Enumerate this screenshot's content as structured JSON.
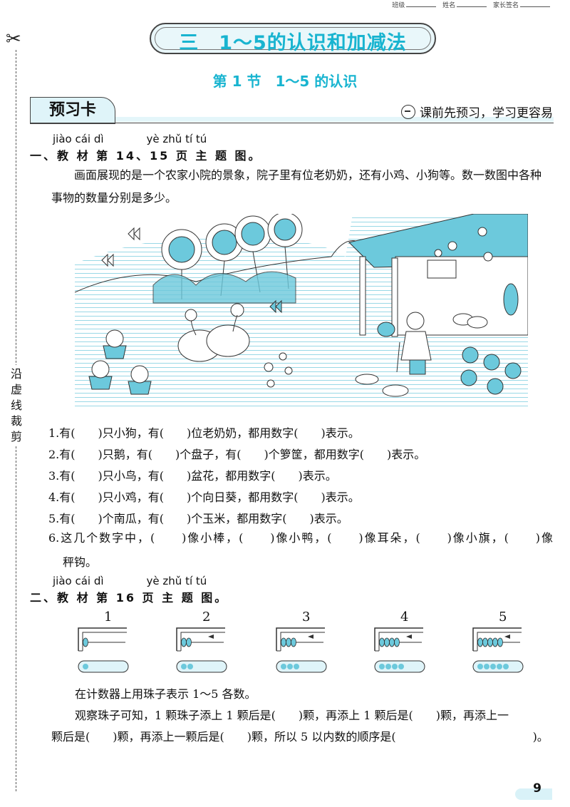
{
  "header": {
    "class_label": "班级",
    "name_label": "姓名",
    "parent_label": "家长签名"
  },
  "cut_text": "沿虚线裁剪",
  "chapter_title": "三　1～5的认识和加减法",
  "section_title": "第 1 节　1～5 的认识",
  "preview": {
    "tab_label": "预习卡",
    "tip": "课前先预习，学习更容易"
  },
  "part1": {
    "pinyin": "jiào cái dì　　　　yè zhǔ tí tú",
    "heading": "一、教 材 第 14、15 页 主 题 图。",
    "paragraph": "画面展现的是一个农家小院的景象，院子里有位老奶奶，还有小鸡、小狗等。数一数图中各种事物的数量分别是多少。",
    "questions": [
      "1.有(　　)只小狗，有(　　)位老奶奶，都用数字(　　)表示。",
      "2.有(　　)只鹅，有(　　)个盘子，有(　　)个箩筐，都用数字(　　)表示。",
      "3.有(　　)只小鸟，有(　　)盆花，都用数字(　　)表示。",
      "4.有(　　)只小鸡，有(　　)个向日葵，都用数字(　　)表示。",
      "5.有(　　)个南瓜，有(　　)个玉米，都用数字(　　)表示。"
    ],
    "q6_line1": "6.这几个数字中，(　　)像小棒，(　　)像小鸭，(　　)像耳朵，(　　)像小旗，(　　)像",
    "q6_line2": "秤钩。"
  },
  "part2": {
    "pinyin": "jiào cái dì　　　　yè zhǔ tí tú",
    "heading": "二、教 材 第 16 页 主 题 图。",
    "abacus_numbers": [
      "1",
      "2",
      "3",
      "4",
      "5"
    ],
    "bead_counts": [
      1,
      2,
      3,
      4,
      5
    ],
    "line1": "在计数器上用珠子表示 1～5 各数。",
    "line2": "观察珠子可知，1 颗珠子添上 1 颗后是(　　)颗，再添上 1 颗后是(　　)颗，再添上一",
    "line3": "颗后是(　　)颗，再添上一颗后是(　　)颗，所以 5 以内数的顺序是(　　　　　　　　　　　　)。"
  },
  "page_number": "9",
  "colors": {
    "accent": "#18b4d0",
    "light": "#dff4f9",
    "illustration": "#6cc9dc"
  }
}
